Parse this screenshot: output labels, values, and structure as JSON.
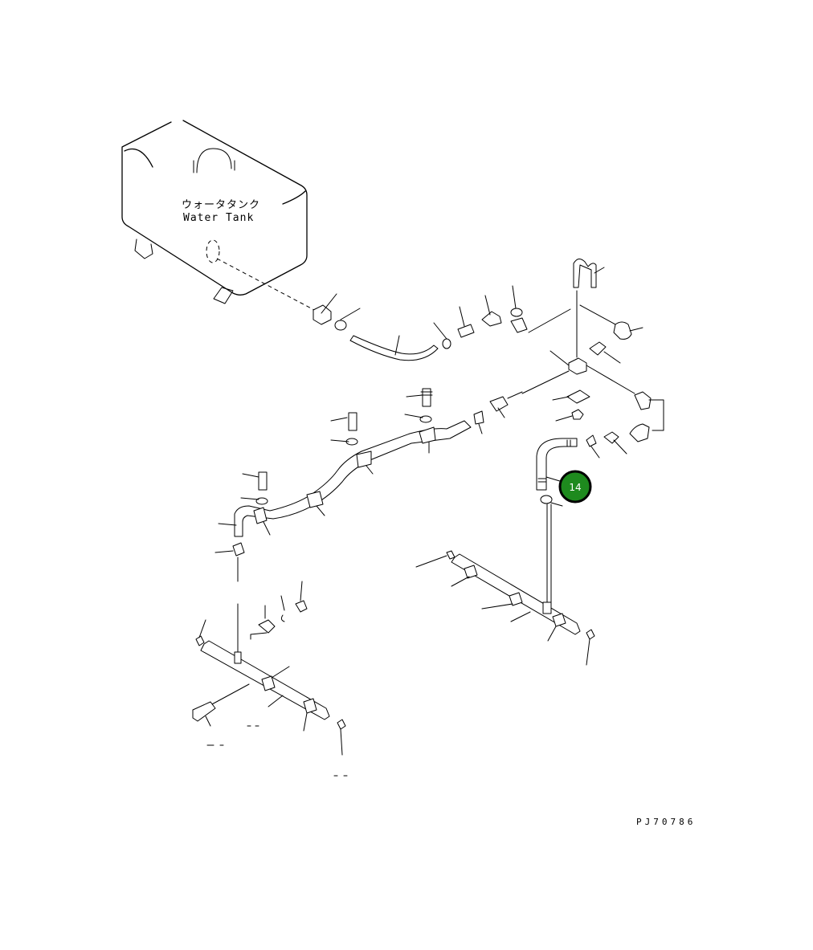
{
  "diagram": {
    "tank_label_jp": "ウォータタンク",
    "tank_label_en": "Water Tank",
    "drawing_code": "PJ70786"
  },
  "callout": {
    "number": "14",
    "fill_color": "#1e8a1e",
    "ring_color": "#000000"
  }
}
